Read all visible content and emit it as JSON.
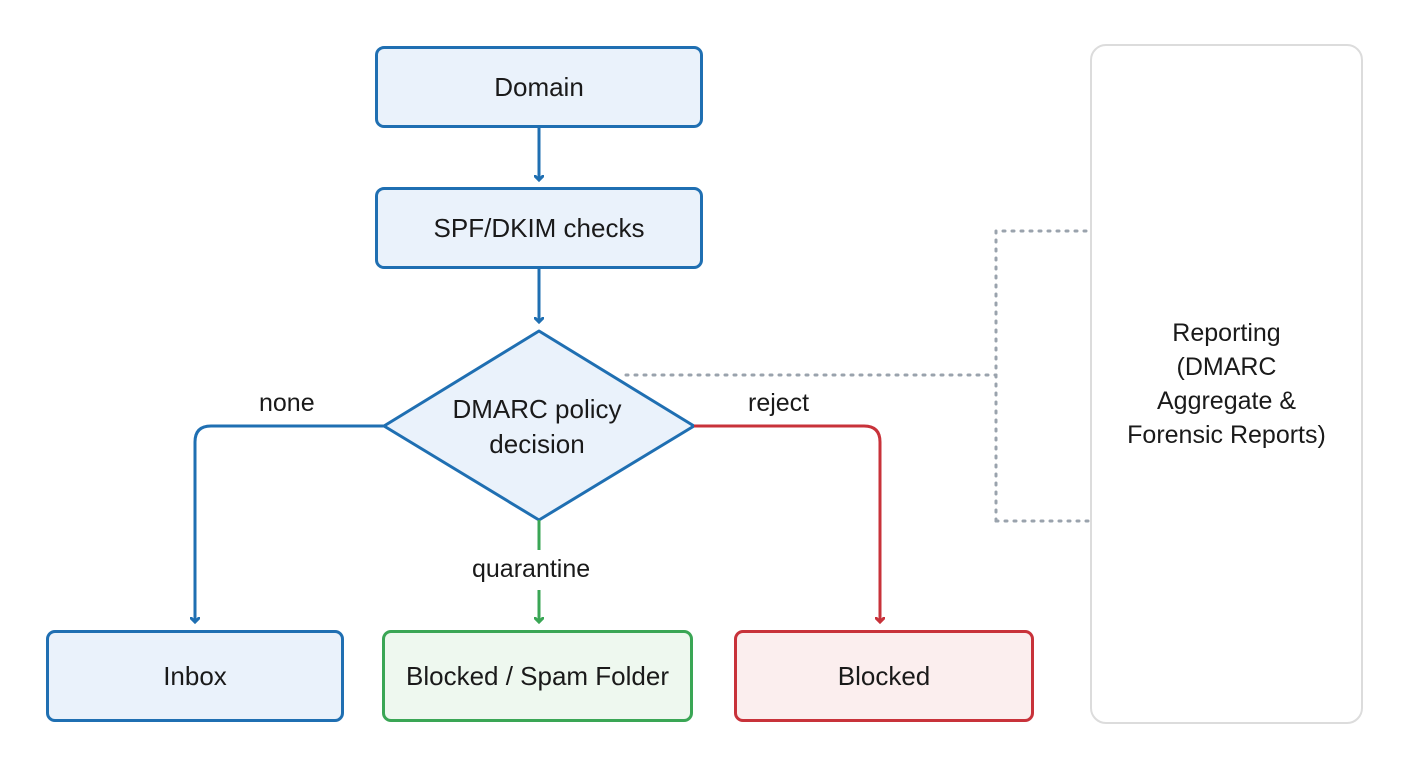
{
  "nodes": {
    "domain": "Domain",
    "checks": "SPF/DKIM checks",
    "decision": "DMARC policy\ndecision",
    "inbox": "Inbox",
    "spam": "Blocked / Spam Folder",
    "blocked": "Blocked",
    "reporting": "Reporting\n(DMARC\nAggregate &\nForensic Reports)"
  },
  "edges": {
    "none": "none",
    "quarantine": "quarantine",
    "reject": "reject"
  },
  "colors": {
    "blue": "#1f6fb2",
    "green": "#3aa655",
    "red": "#c8323a",
    "dotted": "#9aa3ad"
  }
}
